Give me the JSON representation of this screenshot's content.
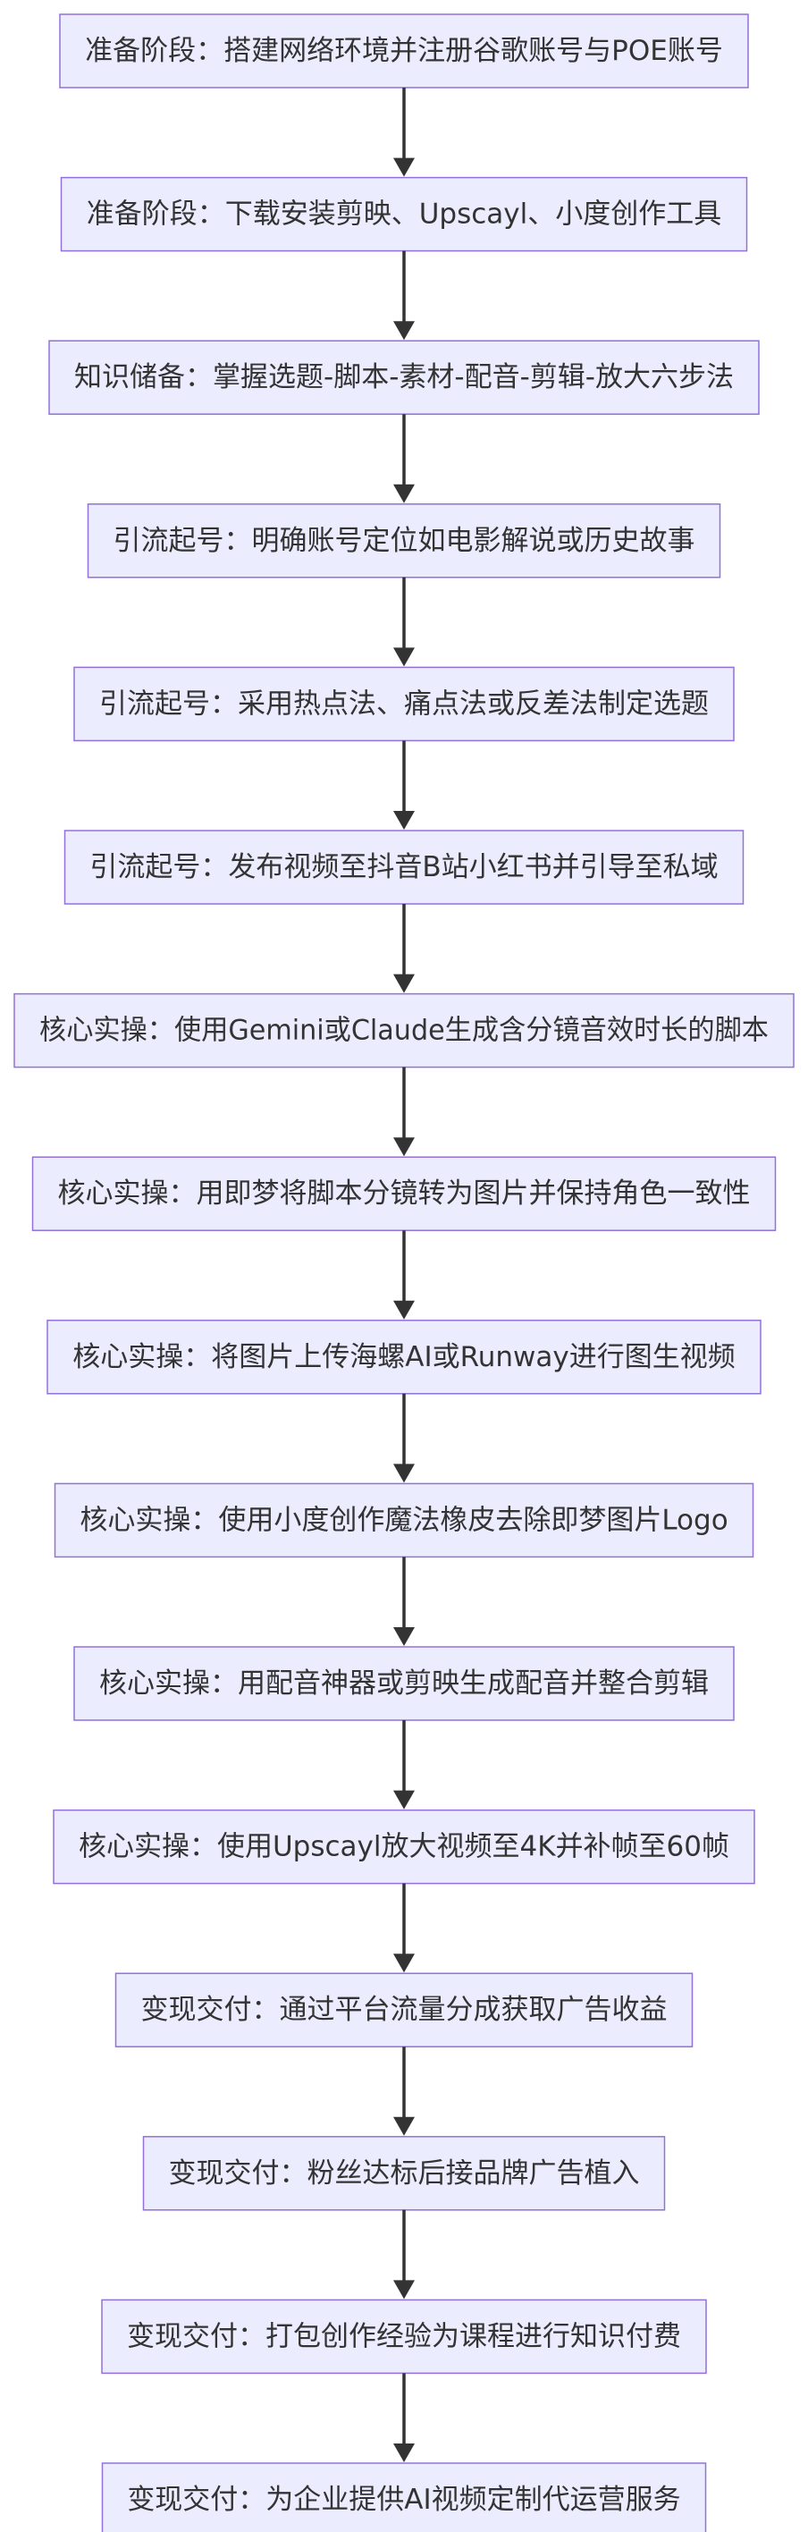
{
  "diagram": {
    "nodes": [
      "准备阶段：搭建网络环境并注册谷歌账号与POE账号",
      "准备阶段：下载安装剪映、Upscayl、小度创作工具",
      "知识储备：掌握选题-脚本-素材-配音-剪辑-放大六步法",
      "引流起号：明确账号定位如电影解说或历史故事",
      "引流起号：采用热点法、痛点法或反差法制定选题",
      "引流起号：发布视频至抖音B站小红书并引导至私域",
      "核心实操：使用Gemini或Claude生成含分镜音效时长的脚本",
      "核心实操：用即梦将脚本分镜转为图片并保持角色一致性",
      "核心实操：将图片上传海螺AI或Runway进行图生视频",
      "核心实操：使用小度创作魔法橡皮去除即梦图片Logo",
      "核心实操：用配音神器或剪映生成配音并整合剪辑",
      "核心实操：使用Upscayl放大视频至4K并补帧至60帧",
      "变现交付：通过平台流量分成获取广告收益",
      "变现交付：粉丝达标后接品牌广告植入",
      "变现交付：打包创作经验为课程进行知识付费",
      "变现交付：为企业提供AI视频定制代运营服务"
    ],
    "colors": {
      "node_fill": "#ececff",
      "node_stroke": "#9370db",
      "text": "#333333",
      "edge": "#333333"
    }
  }
}
